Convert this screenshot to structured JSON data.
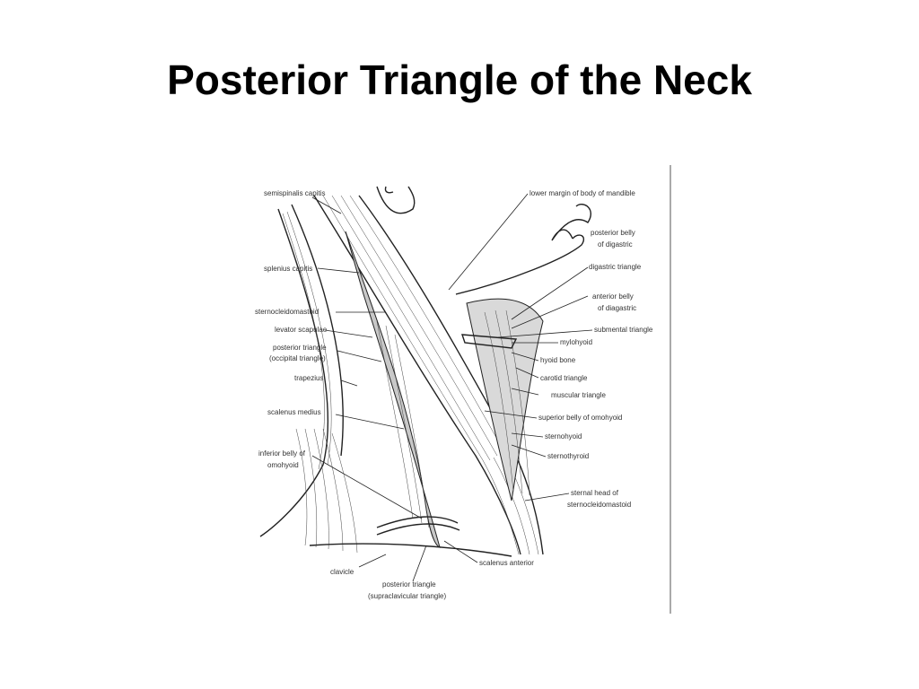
{
  "slide": {
    "title": "Posterior Triangle of the Neck"
  },
  "figure": {
    "labels_left": [
      "semispinalis capitis",
      "splenius capitis",
      "sternocleidomastoid",
      "levator scapulae",
      "posterior triangle",
      "(occipital triangle)",
      "trapezius",
      "scalenus medius",
      "inferior belly of",
      "omohyoid",
      "clavicle"
    ],
    "labels_right": [
      "lower margin of body of mandible",
      "posterior belly",
      "of digastric",
      "digastric triangle",
      "anterior belly",
      "of diagastric",
      "submental triangle",
      "mylohyoid",
      "hyoid bone",
      "carotid triangle",
      "muscular triangle",
      "superior belly of omohyoid",
      "sternohyoid",
      "sternothyroid",
      "sternal head of",
      "sternocleidomastoid",
      "scalenus anterior"
    ],
    "labels_bottom": [
      "posterior triangle",
      "(supraclavicular triangle)"
    ]
  }
}
